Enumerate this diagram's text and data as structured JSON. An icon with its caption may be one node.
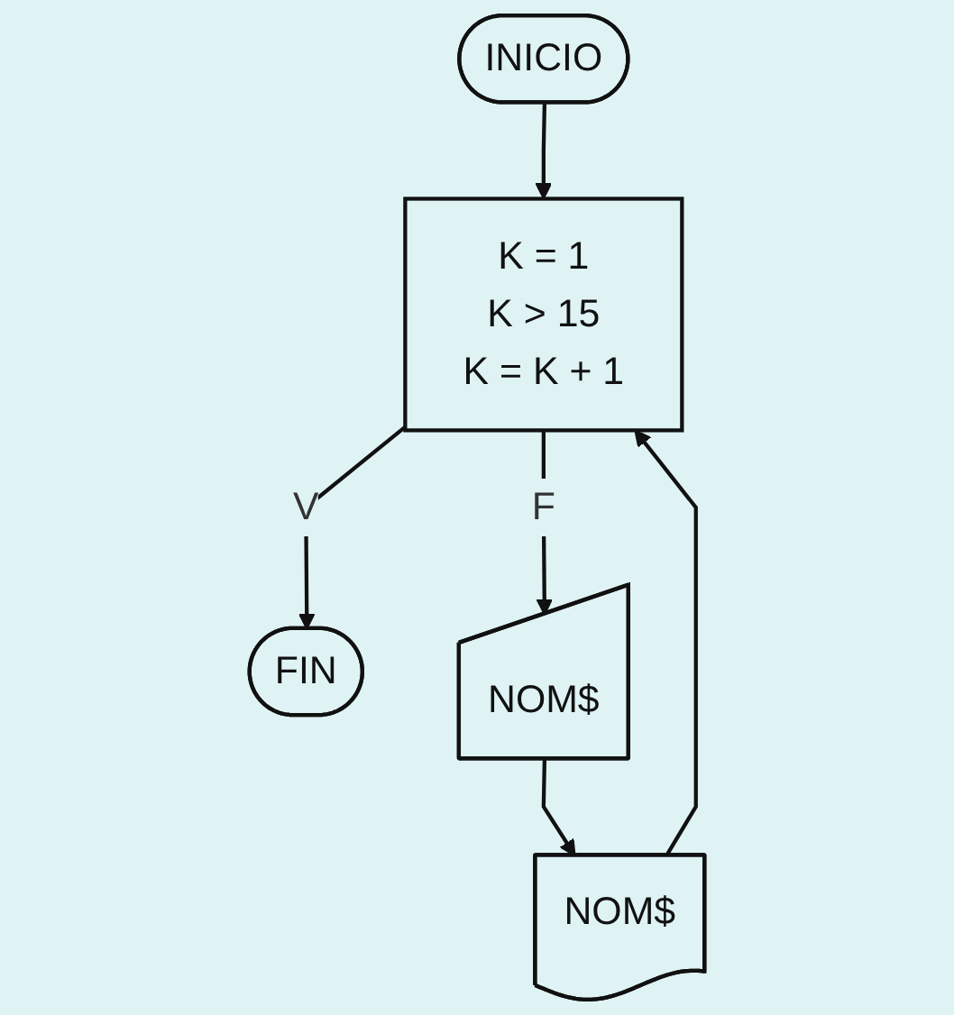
{
  "diagram": {
    "nodes": [
      {
        "text": [
          "INICIO"
        ]
      },
      {
        "text": [
          "K = 1",
          "K > 15",
          "K = K + 1"
        ]
      },
      {
        "text": [
          "FIN"
        ]
      },
      {
        "text": [
          "NOM$"
        ]
      },
      {
        "text": [
          "NOM$"
        ]
      }
    ],
    "edges": [
      {
        "from": 0,
        "to": 1,
        "arrow": "to"
      },
      {
        "from": 1,
        "to": 2,
        "label": "V",
        "arrow": "to"
      },
      {
        "from": 1,
        "to": 3,
        "label": "F",
        "arrow": "to"
      },
      {
        "from": 3,
        "to": 4,
        "arrow": "to"
      },
      {
        "from": 4,
        "to": 1,
        "arrow": "to"
      }
    ]
  }
}
